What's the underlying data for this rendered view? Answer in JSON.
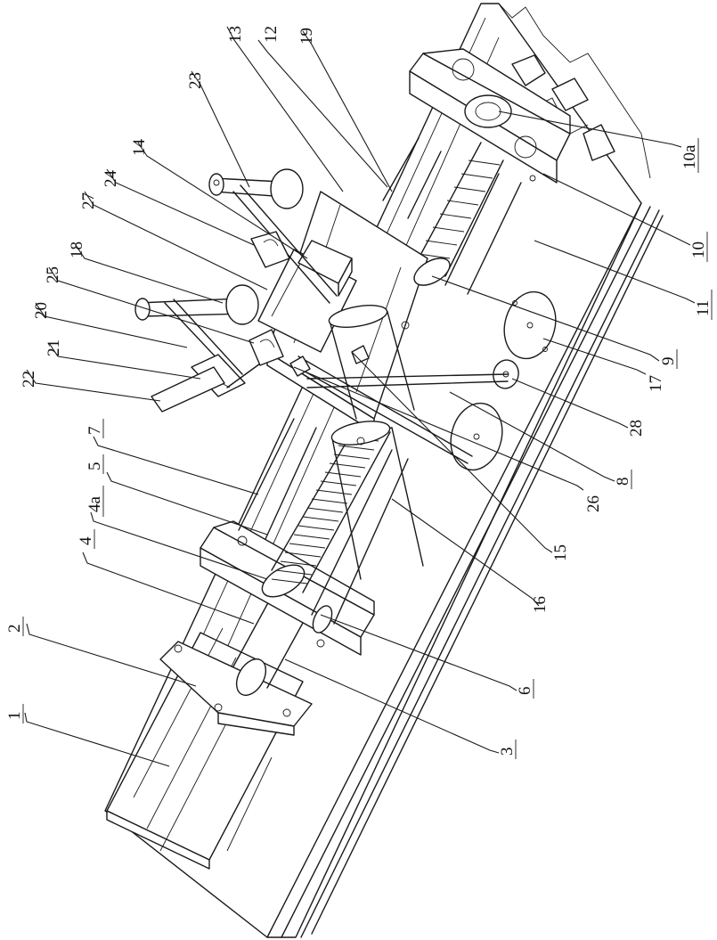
{
  "figure": {
    "callouts": [
      "1",
      "2",
      "3",
      "4",
      "4a",
      "5",
      "6",
      "7",
      "8",
      "9",
      "10",
      "10a",
      "11",
      "12",
      "13",
      "14",
      "15",
      "16",
      "17",
      "18",
      "19",
      "20",
      "21",
      "22",
      "23",
      "24",
      "25",
      "26",
      "27",
      "28"
    ]
  },
  "colors": {
    "ink": "#1a1a1a",
    "background": "#ffffff"
  },
  "parts": [
    {
      "id": "motor",
      "callout": "1"
    },
    {
      "id": "motor-flange",
      "callout": "2"
    },
    {
      "id": "coupling-shaft",
      "callout": "3"
    },
    {
      "id": "front-bearing-plate",
      "callout": "4"
    },
    {
      "id": "front-bearing",
      "callout": "4a"
    },
    {
      "id": "lead-screw",
      "callout": "5"
    },
    {
      "id": "lower-guide-rod",
      "callout": "6"
    },
    {
      "id": "upper-guide-rod",
      "callout": "7"
    },
    {
      "id": "base-rail",
      "callout": "8"
    },
    {
      "id": "screw-nut",
      "callout": "9"
    },
    {
      "id": "rear-bearing-plate",
      "callout": "10"
    },
    {
      "id": "rear-bearing",
      "callout": "10a"
    },
    {
      "id": "frame-profile",
      "callout": "11"
    },
    {
      "id": "rear-guide-rod",
      "callout": "12"
    },
    {
      "id": "slide-table",
      "callout": "13"
    },
    {
      "id": "clamp-block",
      "callout": "14"
    },
    {
      "id": "link-rod",
      "callout": "15"
    },
    {
      "id": "front-column",
      "callout": "16"
    },
    {
      "id": "rear-column",
      "callout": "17"
    },
    {
      "id": "upper-pin",
      "callout": "18"
    },
    {
      "id": "rear-pin",
      "callout": "19"
    },
    {
      "id": "lever-arm",
      "callout": "20"
    },
    {
      "id": "pivot-bracket",
      "callout": "21"
    },
    {
      "id": "probe-bar",
      "callout": "22"
    },
    {
      "id": "angled-arm",
      "callout": "23"
    },
    {
      "id": "support-block",
      "callout": "24"
    },
    {
      "id": "hinge-block",
      "callout": "25"
    },
    {
      "id": "side-rod",
      "callout": "26"
    },
    {
      "id": "mount-plate",
      "callout": "27"
    },
    {
      "id": "floor-flange",
      "callout": "28"
    }
  ]
}
